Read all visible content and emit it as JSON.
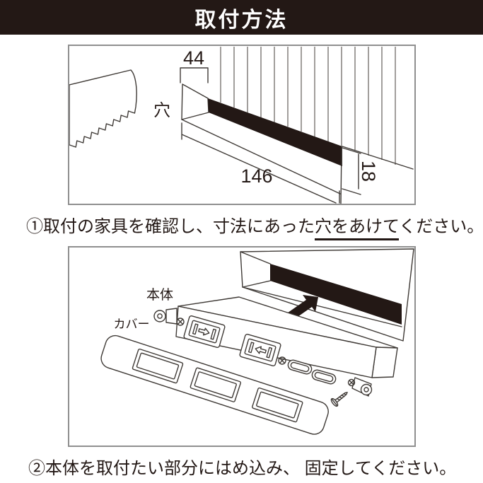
{
  "header": {
    "title": "取付方法"
  },
  "step1": {
    "caption_prefix": "①取付の家具を確認し、寸法にあった",
    "caption_underlined": "穴をあけて",
    "caption_suffix": "ください。",
    "labels": {
      "hole": "穴"
    },
    "dimensions": {
      "top_width": "44",
      "bottom_width": "146",
      "height": "18"
    }
  },
  "step2": {
    "caption": "②本体を取付たい部分にはめ込み、 固定してください。",
    "labels": {
      "body": "本体",
      "cover": "カバー"
    }
  },
  "colors": {
    "accent_black": "#231815",
    "line": "#3f3a36",
    "box_border": "#8f8f8f"
  }
}
